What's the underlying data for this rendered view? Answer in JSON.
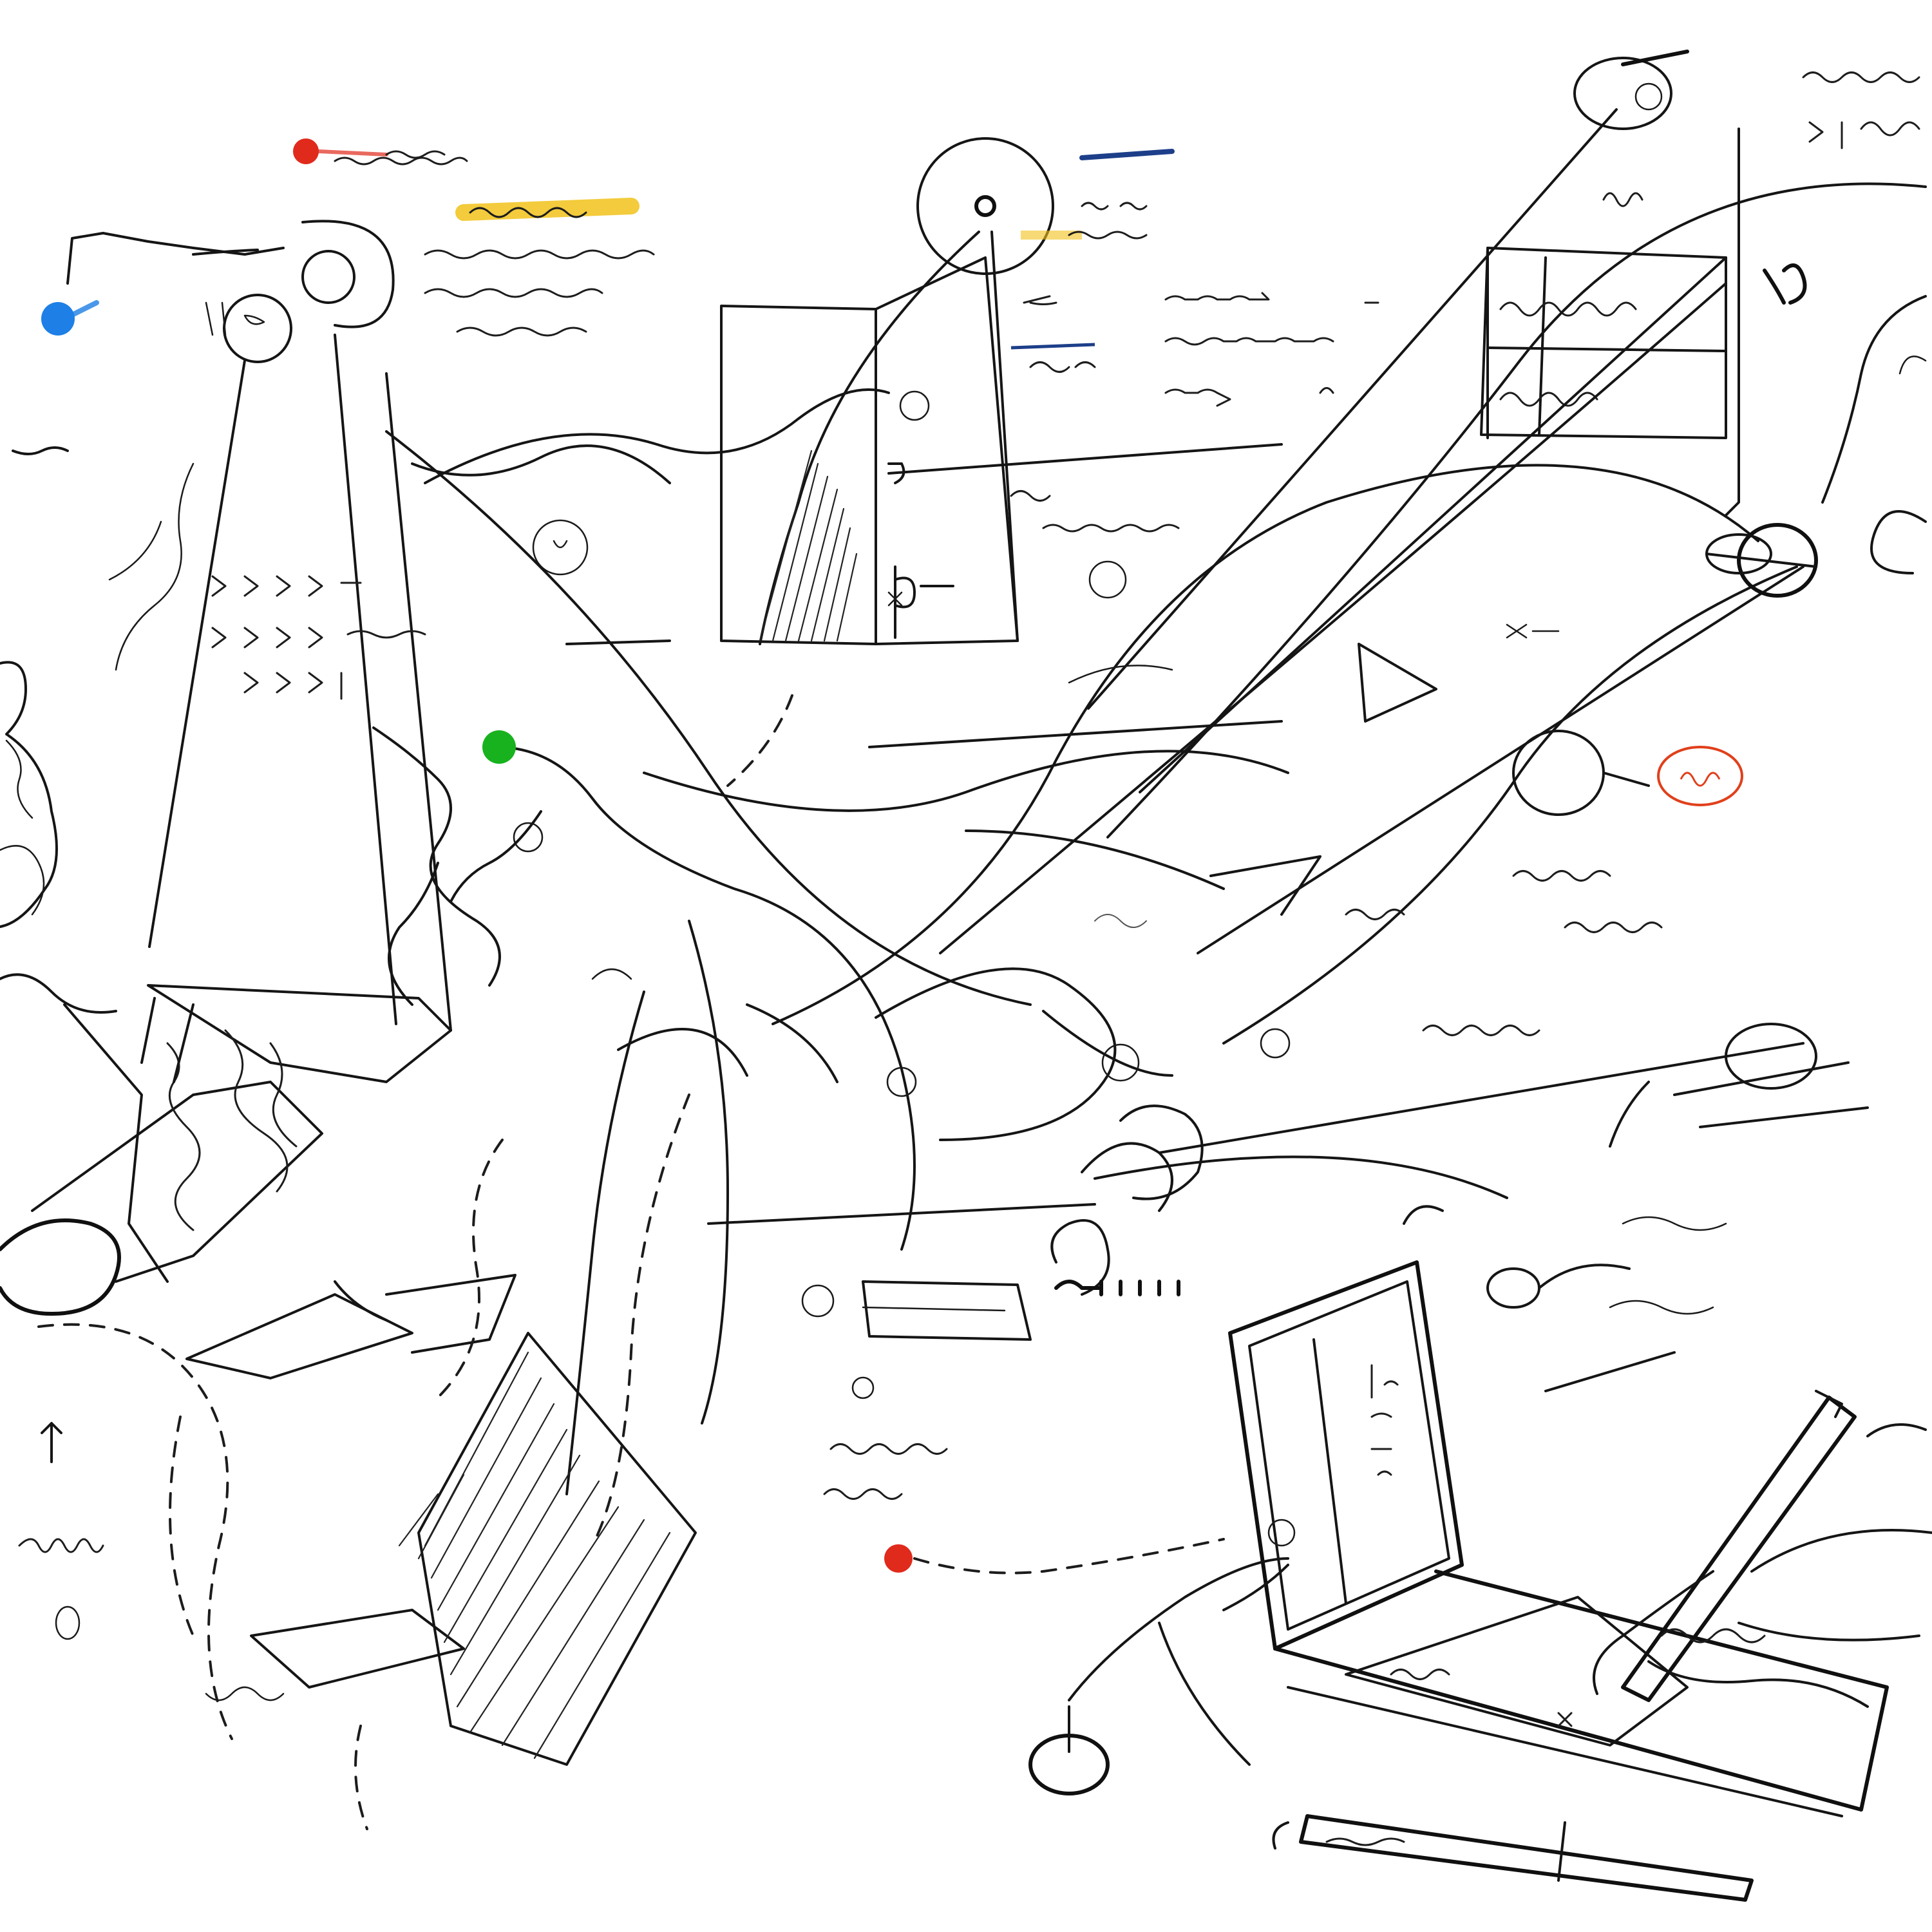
{
  "canvas": {
    "background": "#ffffff",
    "ink_color": "#151515",
    "marker_colors": {
      "red": "#e02a1c",
      "blue": "#1e7fe6",
      "green": "#18b21e",
      "yellow": "#f2c21b",
      "navy": "#1d3f8a",
      "orange_red": "#e0401c"
    }
  },
  "markers": [
    {
      "name": "red-pin-top",
      "color": "red"
    },
    {
      "name": "blue-pin-left",
      "color": "blue"
    },
    {
      "name": "green-pin-center",
      "color": "green"
    },
    {
      "name": "red-pin-bottom",
      "color": "red"
    }
  ],
  "icons": [
    "pushpin-icon",
    "laptop-icon",
    "pen-icon",
    "magnifier-icon",
    "hand-sketch-icon"
  ]
}
